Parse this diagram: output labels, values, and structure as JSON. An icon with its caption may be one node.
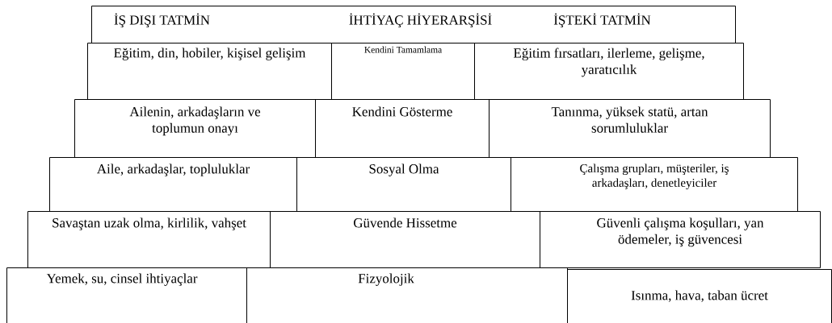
{
  "diagram": {
    "nodes": [
      {
        "text": [
          "İŞ DIŞI TATMİN",
          "İHTİYAÇ HİYERARŞİSİ",
          "İŞTEKİ TATMİN"
        ]
      },
      {
        "text": [
          "Eğitim, din, hobiler, kişisel gelişim"
        ]
      },
      {
        "text": [
          "Kendini Tamamlama"
        ]
      },
      {
        "text": [
          "Eğitim fırsatları, ilerleme, gelişme, yaratıcılık"
        ]
      },
      {
        "text": [
          "Ailenin, arkadaşların ve toplumun onayı"
        ]
      },
      {
        "text": [
          "Kendini Gösterme"
        ]
      },
      {
        "text": [
          "Tanınma, yüksek statü, artan sorumluluklar"
        ]
      },
      {
        "text": [
          "Aile, arkadaşlar, topluluklar"
        ]
      },
      {
        "text": [
          "Sosyal Olma"
        ]
      },
      {
        "text": [
          "Çalışma grupları, müşteriler, iş arkadaşları, denetleyiciler"
        ]
      },
      {
        "text": [
          "Savaştan uzak olma, kirlilik, vahşet"
        ]
      },
      {
        "text": [
          "Güvende Hissetme"
        ]
      },
      {
        "text": [
          "Güvenli çalışma koşulları, yan ödemeler, iş güvencesi"
        ]
      },
      {
        "text": [
          "Yemek, su, cinsel ihtiyaçlar"
        ]
      },
      {
        "text": [
          "Fizyolojik"
        ]
      },
      {
        "text": [
          "Isınma, hava, taban ücret"
        ]
      }
    ]
  }
}
